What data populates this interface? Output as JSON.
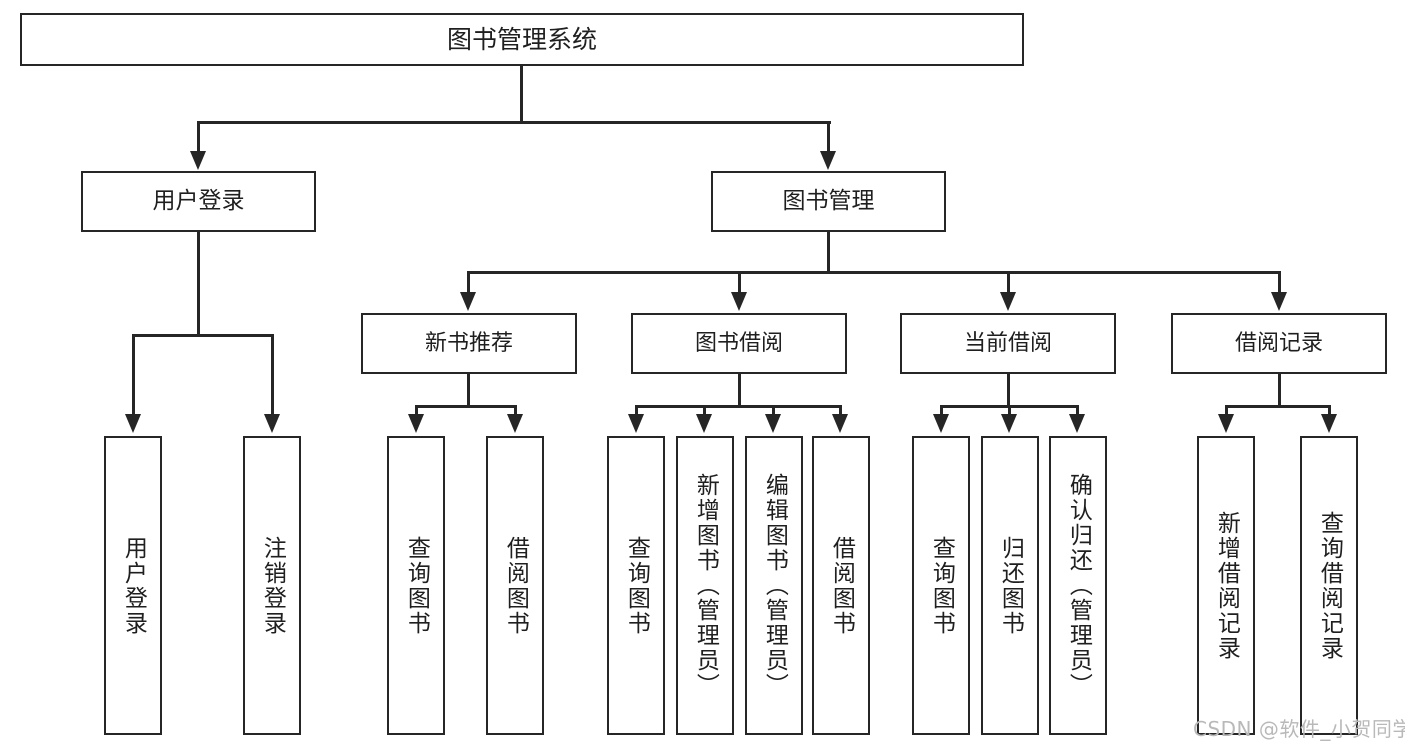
{
  "diagram": {
    "title": "图书管理系统",
    "type": "tree-hierarchy-diagram",
    "root": {
      "label": "图书管理系统"
    },
    "level2": [
      {
        "label": "用户登录"
      },
      {
        "label": "图书管理"
      }
    ],
    "level3": [
      {
        "label": "新书推荐"
      },
      {
        "label": "图书借阅"
      },
      {
        "label": "当前借阅"
      },
      {
        "label": "借阅记录"
      }
    ],
    "leaves": {
      "user_login": [
        {
          "label": "用户登录"
        },
        {
          "label": "注销登录"
        }
      ],
      "new_book_recommend": [
        {
          "label": "查询图书"
        },
        {
          "label": "借阅图书"
        }
      ],
      "book_borrow": [
        {
          "label": "查询图书"
        },
        {
          "label": "新增图书（管理员）"
        },
        {
          "label": "编辑图书（管理员）"
        },
        {
          "label": "借阅图书"
        }
      ],
      "current_borrow": [
        {
          "label": "查询图书"
        },
        {
          "label": "归还图书"
        },
        {
          "label": "确认归还（管理员）"
        }
      ],
      "borrow_record": [
        {
          "label": "新增借阅记录"
        },
        {
          "label": "查询借阅记录"
        }
      ]
    }
  },
  "watermark": {
    "text": "CSDN @软件_小贺同学"
  },
  "colors": {
    "stroke": "#262626",
    "text": "#1f1f1f",
    "background": "#ffffff",
    "watermark": "#b9b9b9"
  }
}
